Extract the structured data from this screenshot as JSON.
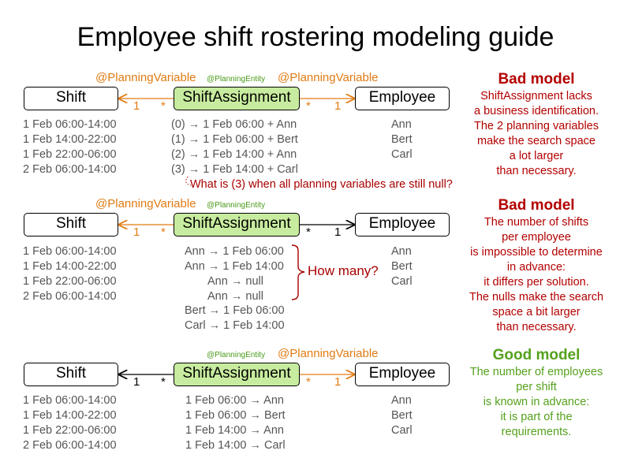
{
  "title": "Employee shift rostering modeling guide",
  "annotations": {
    "planning_variable": "@PlanningVariable",
    "planning_entity": "@PlanningEntity"
  },
  "boxes": {
    "shift": "Shift",
    "assignment": "ShiftAssignment",
    "employee": "Employee"
  },
  "multiplicity": {
    "one": "1",
    "many": "*"
  },
  "shifts": [
    "1 Feb 06:00-14:00",
    "1 Feb 14:00-22:00",
    "1 Feb 22:00-06:00",
    "2 Feb 06:00-14:00"
  ],
  "employees": [
    "Ann",
    "Bert",
    "Carl"
  ],
  "arrow": "→",
  "section1": {
    "assignments": [
      {
        "idx": "(0)",
        "text": "1 Feb 06:00 + Ann"
      },
      {
        "idx": "(1)",
        "text": "1 Feb 06:00 + Bert"
      },
      {
        "idx": "(2)",
        "text": "1 Feb 14:00 + Ann"
      },
      {
        "idx": "(3)",
        "text": "1 Feb 14:00 + Carl"
      }
    ],
    "question": "What is (3) when all planning variables are still null?",
    "heading": "Bad model",
    "lines": [
      "ShiftAssignment lacks",
      "a business identification.",
      "The 2 planning variables",
      "make the search space",
      "a lot larger",
      "than necessary."
    ]
  },
  "section2": {
    "assignments": [
      {
        "emp": "Ann",
        "val": "1 Feb 06:00"
      },
      {
        "emp": "Ann",
        "val": "1 Feb 14:00"
      },
      {
        "emp": "Ann",
        "val": "null"
      },
      {
        "emp": "Ann",
        "val": "null"
      },
      {
        "emp": "Bert",
        "val": "1 Feb 06:00"
      },
      {
        "emp": "Carl",
        "val": "1 Feb 14:00"
      }
    ],
    "how_many": "How many?",
    "heading": "Bad model",
    "lines": [
      "The number of shifts",
      "per employee",
      "is impossible to determine",
      "in advance:",
      "it differs per solution.",
      "The nulls make the search",
      "space a bit larger",
      "than necessary."
    ]
  },
  "section3": {
    "assignments": [
      {
        "shift": "1 Feb 06:00",
        "emp": "Ann"
      },
      {
        "shift": "1 Feb 06:00",
        "emp": "Bert"
      },
      {
        "shift": "1 Feb 14:00",
        "emp": "Ann"
      },
      {
        "shift": "1 Feb 14:00",
        "emp": "Carl"
      }
    ],
    "heading": "Good model",
    "lines": [
      "The number of employees",
      "per shift",
      "is known in advance:",
      "it is part of the",
      "requirements."
    ]
  },
  "colors": {
    "orange": "#e07b12",
    "green_fill": "#c8ec9f",
    "bad": "#b30000",
    "good": "#55a11c"
  }
}
